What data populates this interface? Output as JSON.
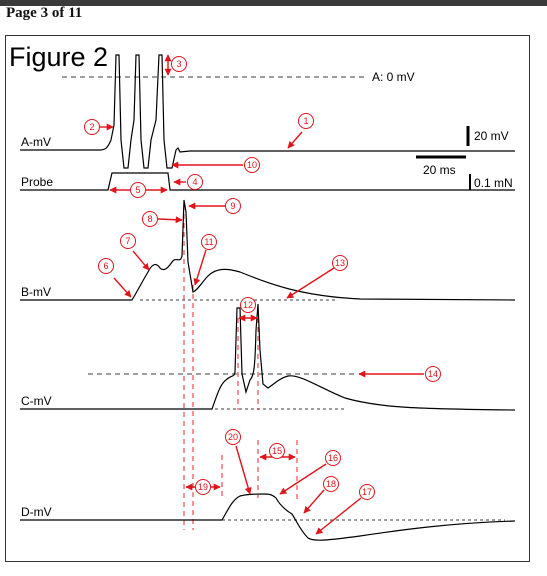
{
  "page": {
    "label": "Page 3 of 11"
  },
  "figure": {
    "title": "Figure 2"
  },
  "traces": [
    {
      "id": "a",
      "label": "A-mV"
    },
    {
      "id": "probe",
      "label": "Probe"
    },
    {
      "id": "b",
      "label": "B-mV"
    },
    {
      "id": "c",
      "label": "C-mV"
    },
    {
      "id": "d",
      "label": "D-mV"
    }
  ],
  "reference": {
    "zero_label": "A: 0 mV"
  },
  "scale": {
    "voltage": "20 mV",
    "time": "20 ms",
    "force": "0.1 mN"
  },
  "annotations": [
    "1",
    "2",
    "3",
    "4",
    "5",
    "6",
    "7",
    "8",
    "9",
    "10",
    "11",
    "12",
    "13",
    "14",
    "15",
    "16",
    "17",
    "18",
    "19",
    "20"
  ],
  "colors": {
    "trace": "#000000",
    "annotation": "#e0141b",
    "frame": "#333333"
  }
}
